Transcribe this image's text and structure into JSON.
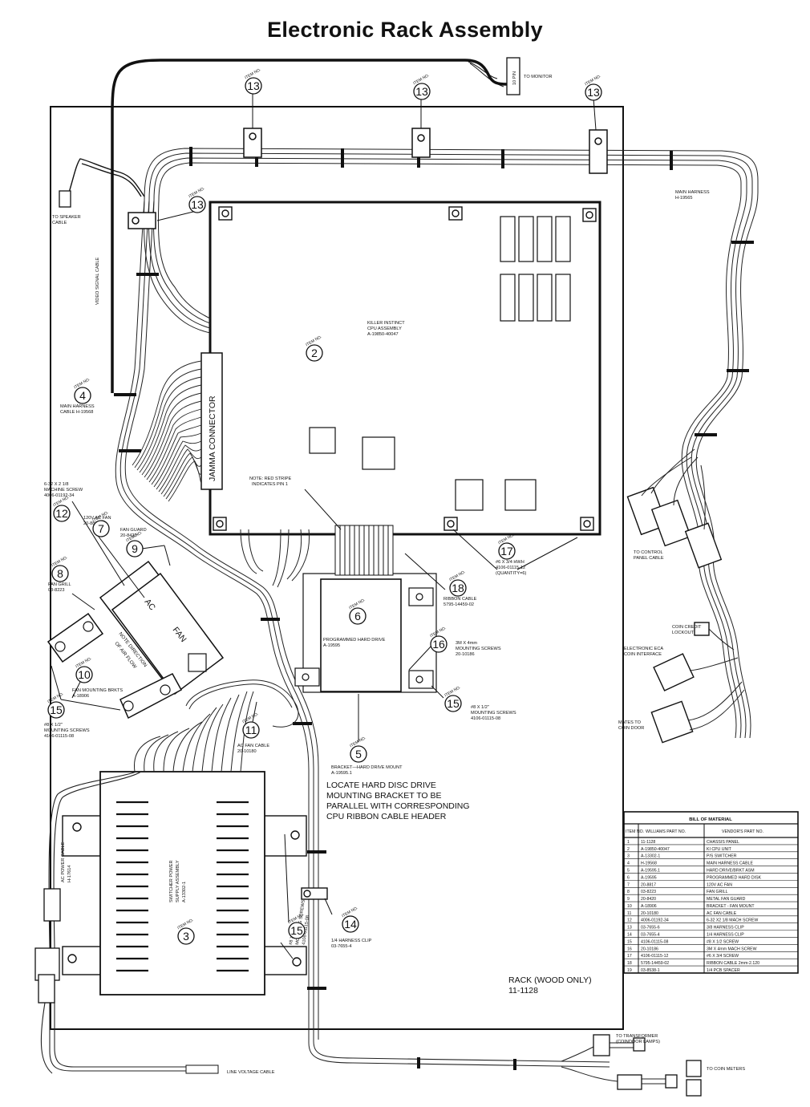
{
  "title": "Electronic Rack Assembly",
  "item_tag": "ITEM NO.",
  "labels": {
    "to_monitor": "TO MONITOR",
    "pin_plug": "10 PIN",
    "main_harness": [
      "MAIN HARNESS",
      "H-19565"
    ],
    "to_speaker": [
      "TO SPEAKER",
      "CABLE"
    ],
    "video_signal": "VIDEO SIGNAL CABLE",
    "cpu_assembly": [
      "KILLER INSTINCT",
      "CPU ASSEMBLY",
      "A-19850-40047"
    ],
    "jamma": "JAMMA CONNECTOR",
    "main_harness_cable": [
      "MAIN HARNESS",
      "CABLE H-19568"
    ],
    "machine_screw": [
      "6-32 X 2 1/8",
      "MACHINE SCREW",
      "4006-01192-34"
    ],
    "ac_fan": [
      "120V AC FAN",
      "20-8817"
    ],
    "fan_guard": [
      "FAN GUARD",
      "20-8420"
    ],
    "fan_grill": [
      "FAN GRILL",
      "03-8223"
    ],
    "red_stripe": [
      "NOTE: RED STRIPE",
      "INDICATES PIN 1"
    ],
    "ribbon_cable": [
      "RIBBON CABLE",
      "5795-14459-02"
    ],
    "hw_screws": [
      "#6 X 3/4 HWH",
      "4106-01115-12",
      "(QUANTITY=6)"
    ],
    "to_control_panel": [
      "TO CONTROL",
      "PANEL CABLE"
    ],
    "coin_credit": [
      "COIN CREDIT",
      "LOCKOUT"
    ],
    "electronic_eca": [
      "ELECTRONIC ECA",
      "COIN INTERFACE"
    ],
    "mates_coin_door": [
      "MATES TO",
      "COIN DOOR"
    ],
    "hard_drive": [
      "PROGRAMMED HARD DRIVE",
      "A-19595"
    ],
    "mm_screws": [
      "3M X 4mm",
      "MOUNTING SCREWS",
      "20-10186"
    ],
    "mount_screws_15": [
      "#8 X 1/2\"",
      "MOUNTING SCREWS",
      "4106-01115-08"
    ],
    "fan_mount_brkts": [
      "FAN MOUNTING BRKTS",
      "A-18906"
    ],
    "mount_screws_15b": [
      "#8 X 1/2\"",
      "MOUNTING SCREWS",
      "4106-01115-08"
    ],
    "ac_fan_cable": [
      "AC FAN CABLE",
      "20-10180"
    ],
    "bracket_mount": [
      "BRACKET—HARD DRIVE MOUNT",
      "A-19595.1"
    ],
    "locate_note": [
      "LOCATE HARD DISC DRIVE",
      "MOUNTING BRACKET TO BE",
      "PARALLEL WITH CORRESPONDING",
      "CPU RIBBON CABLE HEADER"
    ],
    "ac_power_cable": [
      "AC POWER CABLE",
      "H-17614"
    ],
    "switcher": [
      "SWITCHER POWER",
      "SUPPLY ASSEMBLY",
      "A-13302-1"
    ],
    "psu_screws": [
      "#8 X 1/2\"",
      "MOUNTING SCREWS",
      "4106-01115-08"
    ],
    "harness_clip": [
      "1/4 HARNESS CLIP",
      "03-7655-4"
    ],
    "rack": [
      "RACK (WOOD ONLY)",
      "11-1128"
    ],
    "to_transformer": [
      "TO TRANSFORMER",
      "(COINDOOR LAMPS)"
    ],
    "to_coin_meters": "TO COIN METERS",
    "line_voltage": "LINE VOLTAGE CABLE",
    "ac": "AC",
    "fan": "FAN",
    "airflow": [
      "NOTE DIRECTION",
      "OF AIR FLOW"
    ]
  },
  "bubbles": [
    "13",
    "13",
    "13",
    "13",
    "2",
    "4",
    "12",
    "7",
    "9",
    "8",
    "10",
    "15",
    "6",
    "18",
    "17",
    "16",
    "15",
    "11",
    "5",
    "14",
    "15",
    "3"
  ],
  "bom": {
    "title": "BILL OF MATERIAL",
    "headers": [
      "ITEM NO.",
      "WILLIAMS PART NO.",
      "VENDOR'S PART NO."
    ],
    "rows": [
      [
        "1",
        "11-1128",
        "CHASSIS PANEL"
      ],
      [
        "2",
        "A-19850-40047",
        "KI CPU UNIT"
      ],
      [
        "3",
        "A-13302-1",
        "P/S SWITCHER"
      ],
      [
        "4",
        "H-19568",
        "MAIN HARNESS CABLE"
      ],
      [
        "5",
        "A-19595.1",
        "HARD DRIVE/BRKT ASM"
      ],
      [
        "6",
        "A-19595",
        "PROGRAMMED HARD DISK"
      ],
      [
        "7",
        "20-8817",
        "120V AC FAN"
      ],
      [
        "8",
        "03-8223",
        "FAN GRILL"
      ],
      [
        "9",
        "20-8420",
        "METAL FAN GUARD"
      ],
      [
        "10",
        "A-18906",
        "BRACKET - FAN MOUNT"
      ],
      [
        "11",
        "20-10180",
        "AC FAN CABLE"
      ],
      [
        "12",
        "4006-01192-34",
        "6-32 X2 1/8 MACH SCREW"
      ],
      [
        "13",
        "03-7655-6",
        "3/8 HARNESS CLIP"
      ],
      [
        "14",
        "03-7655-4",
        "1/4 HARNESS CLIP"
      ],
      [
        "15",
        "4106-01115-08",
        "#8 X 1/2 SCREW"
      ],
      [
        "16",
        "20-10186",
        "3M X 4mm MACH SCREW"
      ],
      [
        "17",
        "4106-01115-12",
        "#6 X 3/4 SCREW"
      ],
      [
        "18",
        "5795-14459-02",
        "RIBBON CABLE 2mm-2.120"
      ],
      [
        "19",
        "03-8538-1",
        "1/4 PCB SPACER"
      ]
    ]
  }
}
